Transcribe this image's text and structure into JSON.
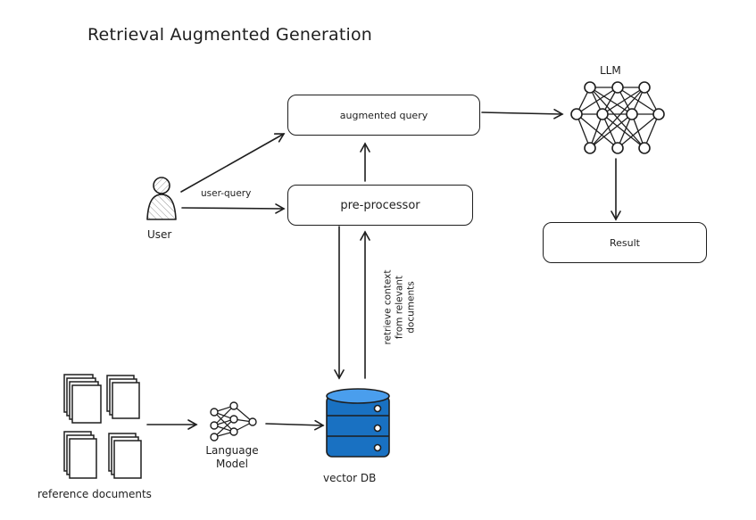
{
  "title": "Retrieval Augmented Generation",
  "nodes": {
    "augmented_query": "augmented query",
    "pre_processor": "pre-processor",
    "result": "Result",
    "llm": "LLM",
    "user": "User",
    "language_model_line1": "Language",
    "language_model_line2": "Model",
    "vector_db": "vector DB",
    "reference_documents": "reference documents"
  },
  "edges": {
    "user_query": "user-query",
    "retrieve_line1": "retrieve context",
    "retrieve_line2": "from relevant documents"
  },
  "colors": {
    "stroke": "#1e1e1e",
    "db_fill": "#1971c2",
    "db_fill_light": "#4a9eed"
  }
}
